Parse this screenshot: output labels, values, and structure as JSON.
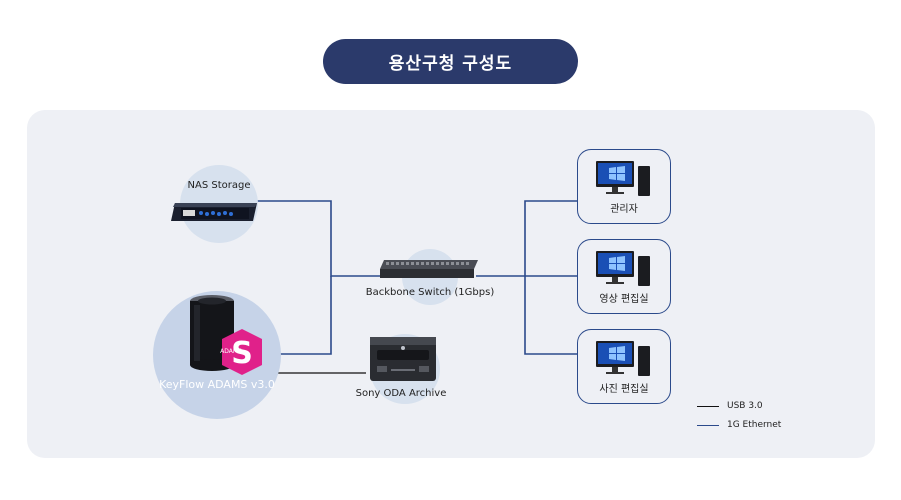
{
  "title": "용산구청 구성도",
  "nodes": {
    "nas": "NAS Storage",
    "switch": "Backbone Switch (1Gbps)",
    "keyflow": "KeyFlow ADAMS v3.0",
    "keyflow_logo_text": "ADAMS",
    "oda": "Sony ODA Archive",
    "pc1": "관리자",
    "pc2": "영상 편집실",
    "pc3": "사진 편집실"
  },
  "legend": [
    {
      "label": "USB 3.0",
      "color": "#111111"
    },
    {
      "label": "1G Ethernet",
      "color": "#2b4a8b"
    }
  ],
  "colors": {
    "ethernet": "#2b4a8b",
    "usb": "#111111",
    "title_bg": "#2b3a6b"
  }
}
